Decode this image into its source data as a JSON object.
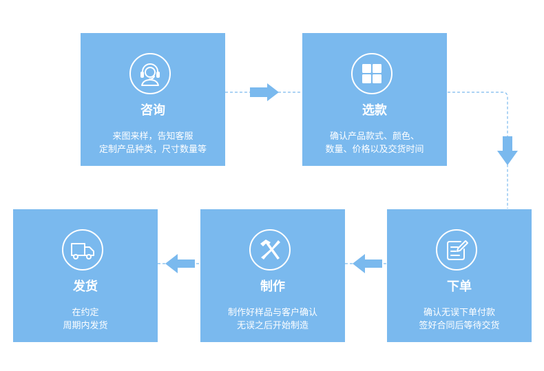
{
  "steps": [
    {
      "title": "咨询",
      "desc": [
        "来图来样，告知客服",
        "定制产品种类，尺寸数量等"
      ],
      "icon": "customer-service-icon"
    },
    {
      "title": "选款",
      "desc": [
        "确认产品款式、颜色、",
        "数量、价格以及交货时间"
      ],
      "icon": "grid-icon"
    },
    {
      "title": "下单",
      "desc": [
        "确认无误下单付款",
        "签好合同后等待交货"
      ],
      "icon": "order-form-icon"
    },
    {
      "title": "制作",
      "desc": [
        "制作好样品与客户确认",
        "无误之后开始制造"
      ],
      "icon": "tools-icon"
    },
    {
      "title": "发货",
      "desc": [
        "在约定",
        "周期内发货"
      ],
      "icon": "truck-icon"
    }
  ],
  "colors": {
    "box": "#7ab9ee",
    "connector": "#7ab9ee",
    "text": "#ffffff"
  }
}
